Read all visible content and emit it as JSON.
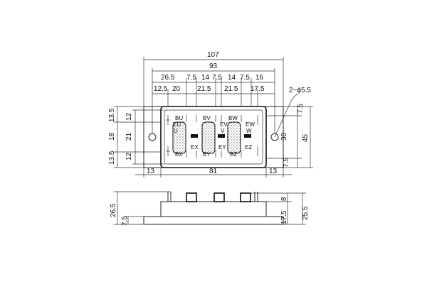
{
  "top_view": {
    "overall_width": "107",
    "mount_pitch": "93",
    "terminal_offsets": [
      "26.5",
      "7.5",
      "14",
      "7.5",
      "14",
      "7.5",
      "16"
    ],
    "sub_offsets": [
      "12.5",
      "20",
      "21.5",
      "21.5",
      "17.5"
    ],
    "hole_note": "2−ϕ5.5",
    "left_heights_outer": [
      "13.5",
      "18",
      "13.5"
    ],
    "left_heights_inner": [
      "12",
      "21",
      "12"
    ],
    "right_heights": [
      "7.5",
      "30",
      "45",
      "7.5"
    ],
    "bottom_widths": [
      "13",
      "81",
      "13"
    ],
    "pins_top": [
      "BU",
      "BV",
      "BW"
    ],
    "pins_emitter_top": [
      "EU",
      "EV",
      "EW"
    ],
    "pins_phase": [
      "U",
      "V",
      "W"
    ],
    "pins_emitter_bottom": [
      "EX",
      "EY",
      "EZ"
    ],
    "pins_bottom": [
      "BX",
      "BY",
      "BZ"
    ]
  },
  "side_view": {
    "left_heights": [
      "26.5",
      "7.5"
    ],
    "right_heights": [
      "8",
      "17.5",
      "25.5"
    ]
  },
  "colors": {
    "line": "#222222",
    "background": "#ffffff"
  }
}
